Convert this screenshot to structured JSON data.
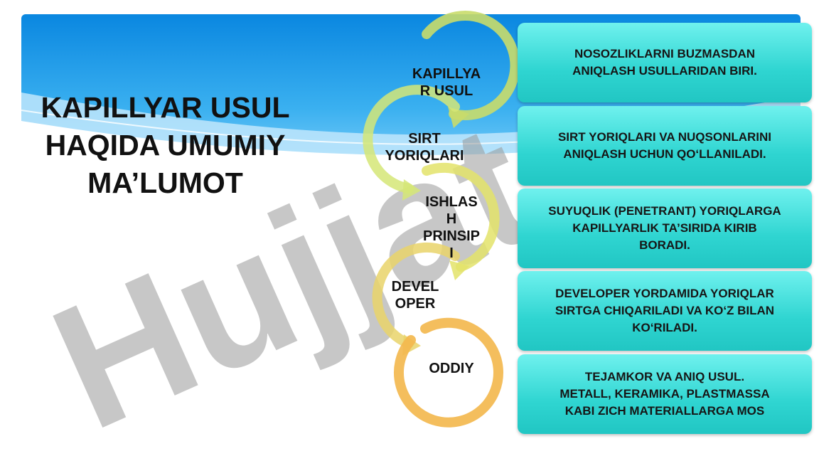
{
  "title_lines": [
    "KAPILLYAR USUL",
    "HAQIDA UMUMIY",
    "MA’LUMOT"
  ],
  "watermark": "Hujjat",
  "steps": [
    {
      "label": "KAPILLYA\nR USUL",
      "color": "#c9dc6a",
      "description": "NOSOZLIKLARNI BUZMASDAN\nANIQLASH USULLARIDAN BIRI."
    },
    {
      "label": "SIRT\nYORIQLARI",
      "color": "#d5e677",
      "description": "SIRT YORIQLARI VA NUQSONLARINI\nANIQLASH UCHUN QO‘LLANILADI."
    },
    {
      "label": "ISHLAS\nH\nPRINSIP\nI",
      "color": "#e3e36a",
      "description": "SUYUQLIK (PENETRANT) YORIQLARGA\nKAPILLYARLIK TA’SIRIDA KIRIB\nBORADI."
    },
    {
      "label": "DEVEL\nOPER",
      "color": "#e9d36a",
      "description": "DEVELOPER YORDAMIDA YORIQLAR\nSIRTGA CHIQARILADI VA KO‘Z BILAN\nKO‘RILADI."
    },
    {
      "label": "ODDIY",
      "color": "#f3b94f",
      "description": "TEJAMKOR VA ANIQ USUL.\nMETALL, KERAMIKA, PLASTMASSA\nKABI ZICH MATERIALLARGA MOS"
    }
  ]
}
